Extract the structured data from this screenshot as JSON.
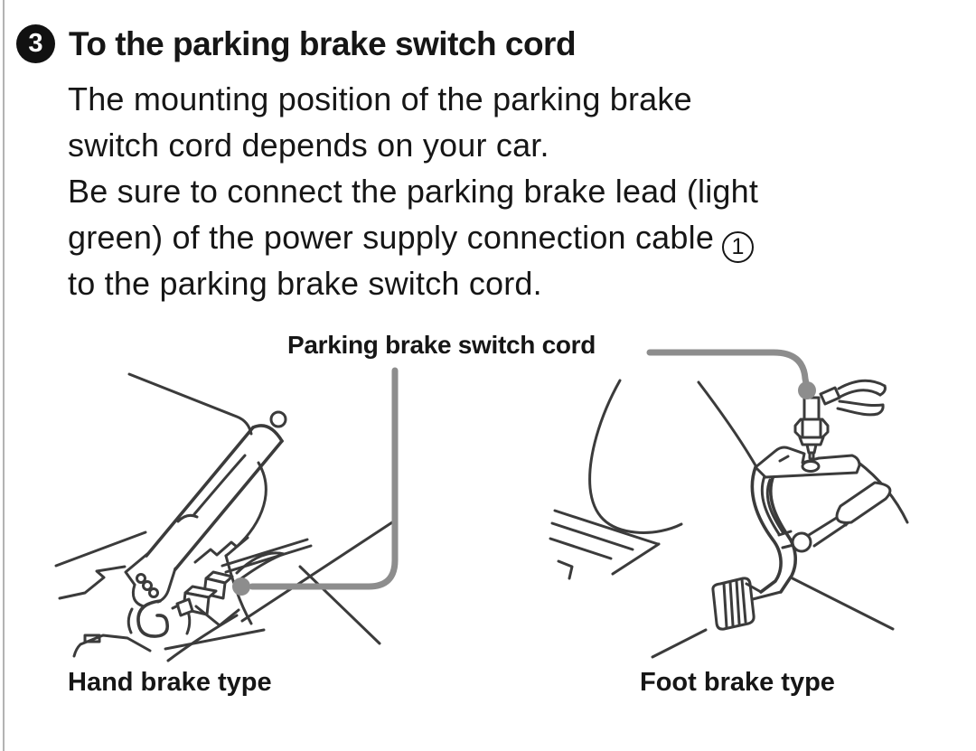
{
  "colors": {
    "background": "#ffffff",
    "text": "#161616",
    "art_line": "#3b3b3b",
    "leader": "#8d8d8d",
    "left_rule": "#b3b3b3",
    "step_badge": "#111111"
  },
  "step": {
    "number": "3",
    "heading": "To the parking brake switch cord",
    "body_lines": [
      "The mounting position of the parking brake",
      "switch cord depends on your car.",
      "Be sure to connect the parking brake lead (light",
      "green) of the power supply connection cable",
      "to the parking brake switch cord."
    ],
    "inline_callout_number": "1"
  },
  "diagram": {
    "callout_label": "Parking brake switch cord",
    "left_caption": "Hand brake type",
    "right_caption": "Foot brake type"
  }
}
